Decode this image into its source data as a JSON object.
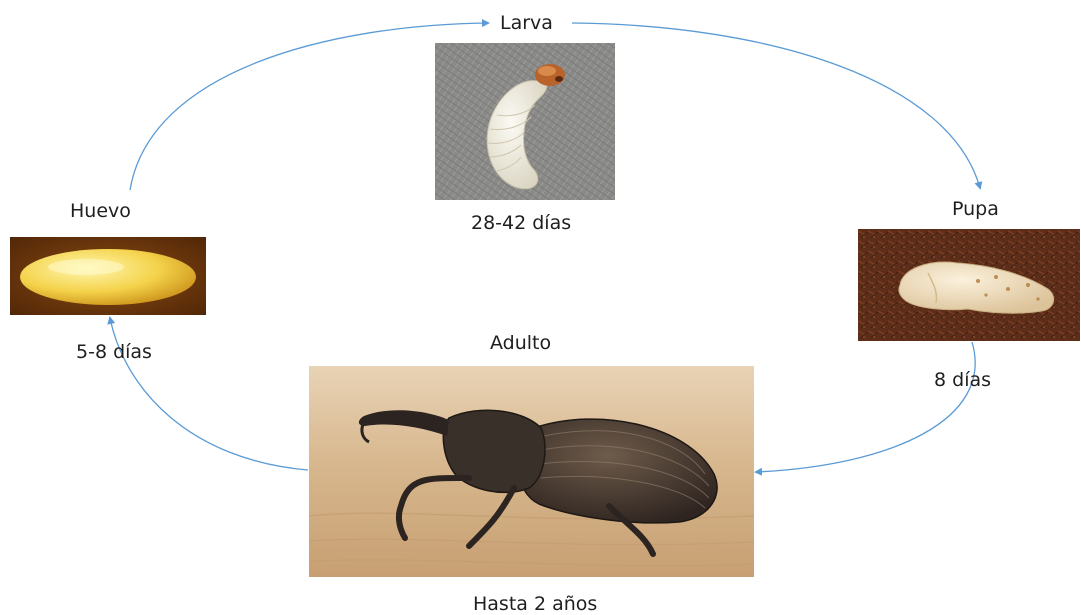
{
  "stages": {
    "larva": {
      "title": "Larva",
      "duration": "28-42 días"
    },
    "pupa": {
      "title": "Pupa",
      "duration": "8 días"
    },
    "adult": {
      "title": "Adulto",
      "duration": "Hasta 2 años"
    },
    "egg": {
      "title": "Huevo",
      "duration": "5-8 días"
    }
  },
  "colors": {
    "arrow": "#5b9bd5",
    "text": "#1f1f1f"
  },
  "images": {
    "larva": "white grub larva on grey fabric",
    "pupa": "pale pupa on brown soil",
    "adult": "palm weevil adult on wood",
    "egg": "yellow oval egg on brown background"
  }
}
